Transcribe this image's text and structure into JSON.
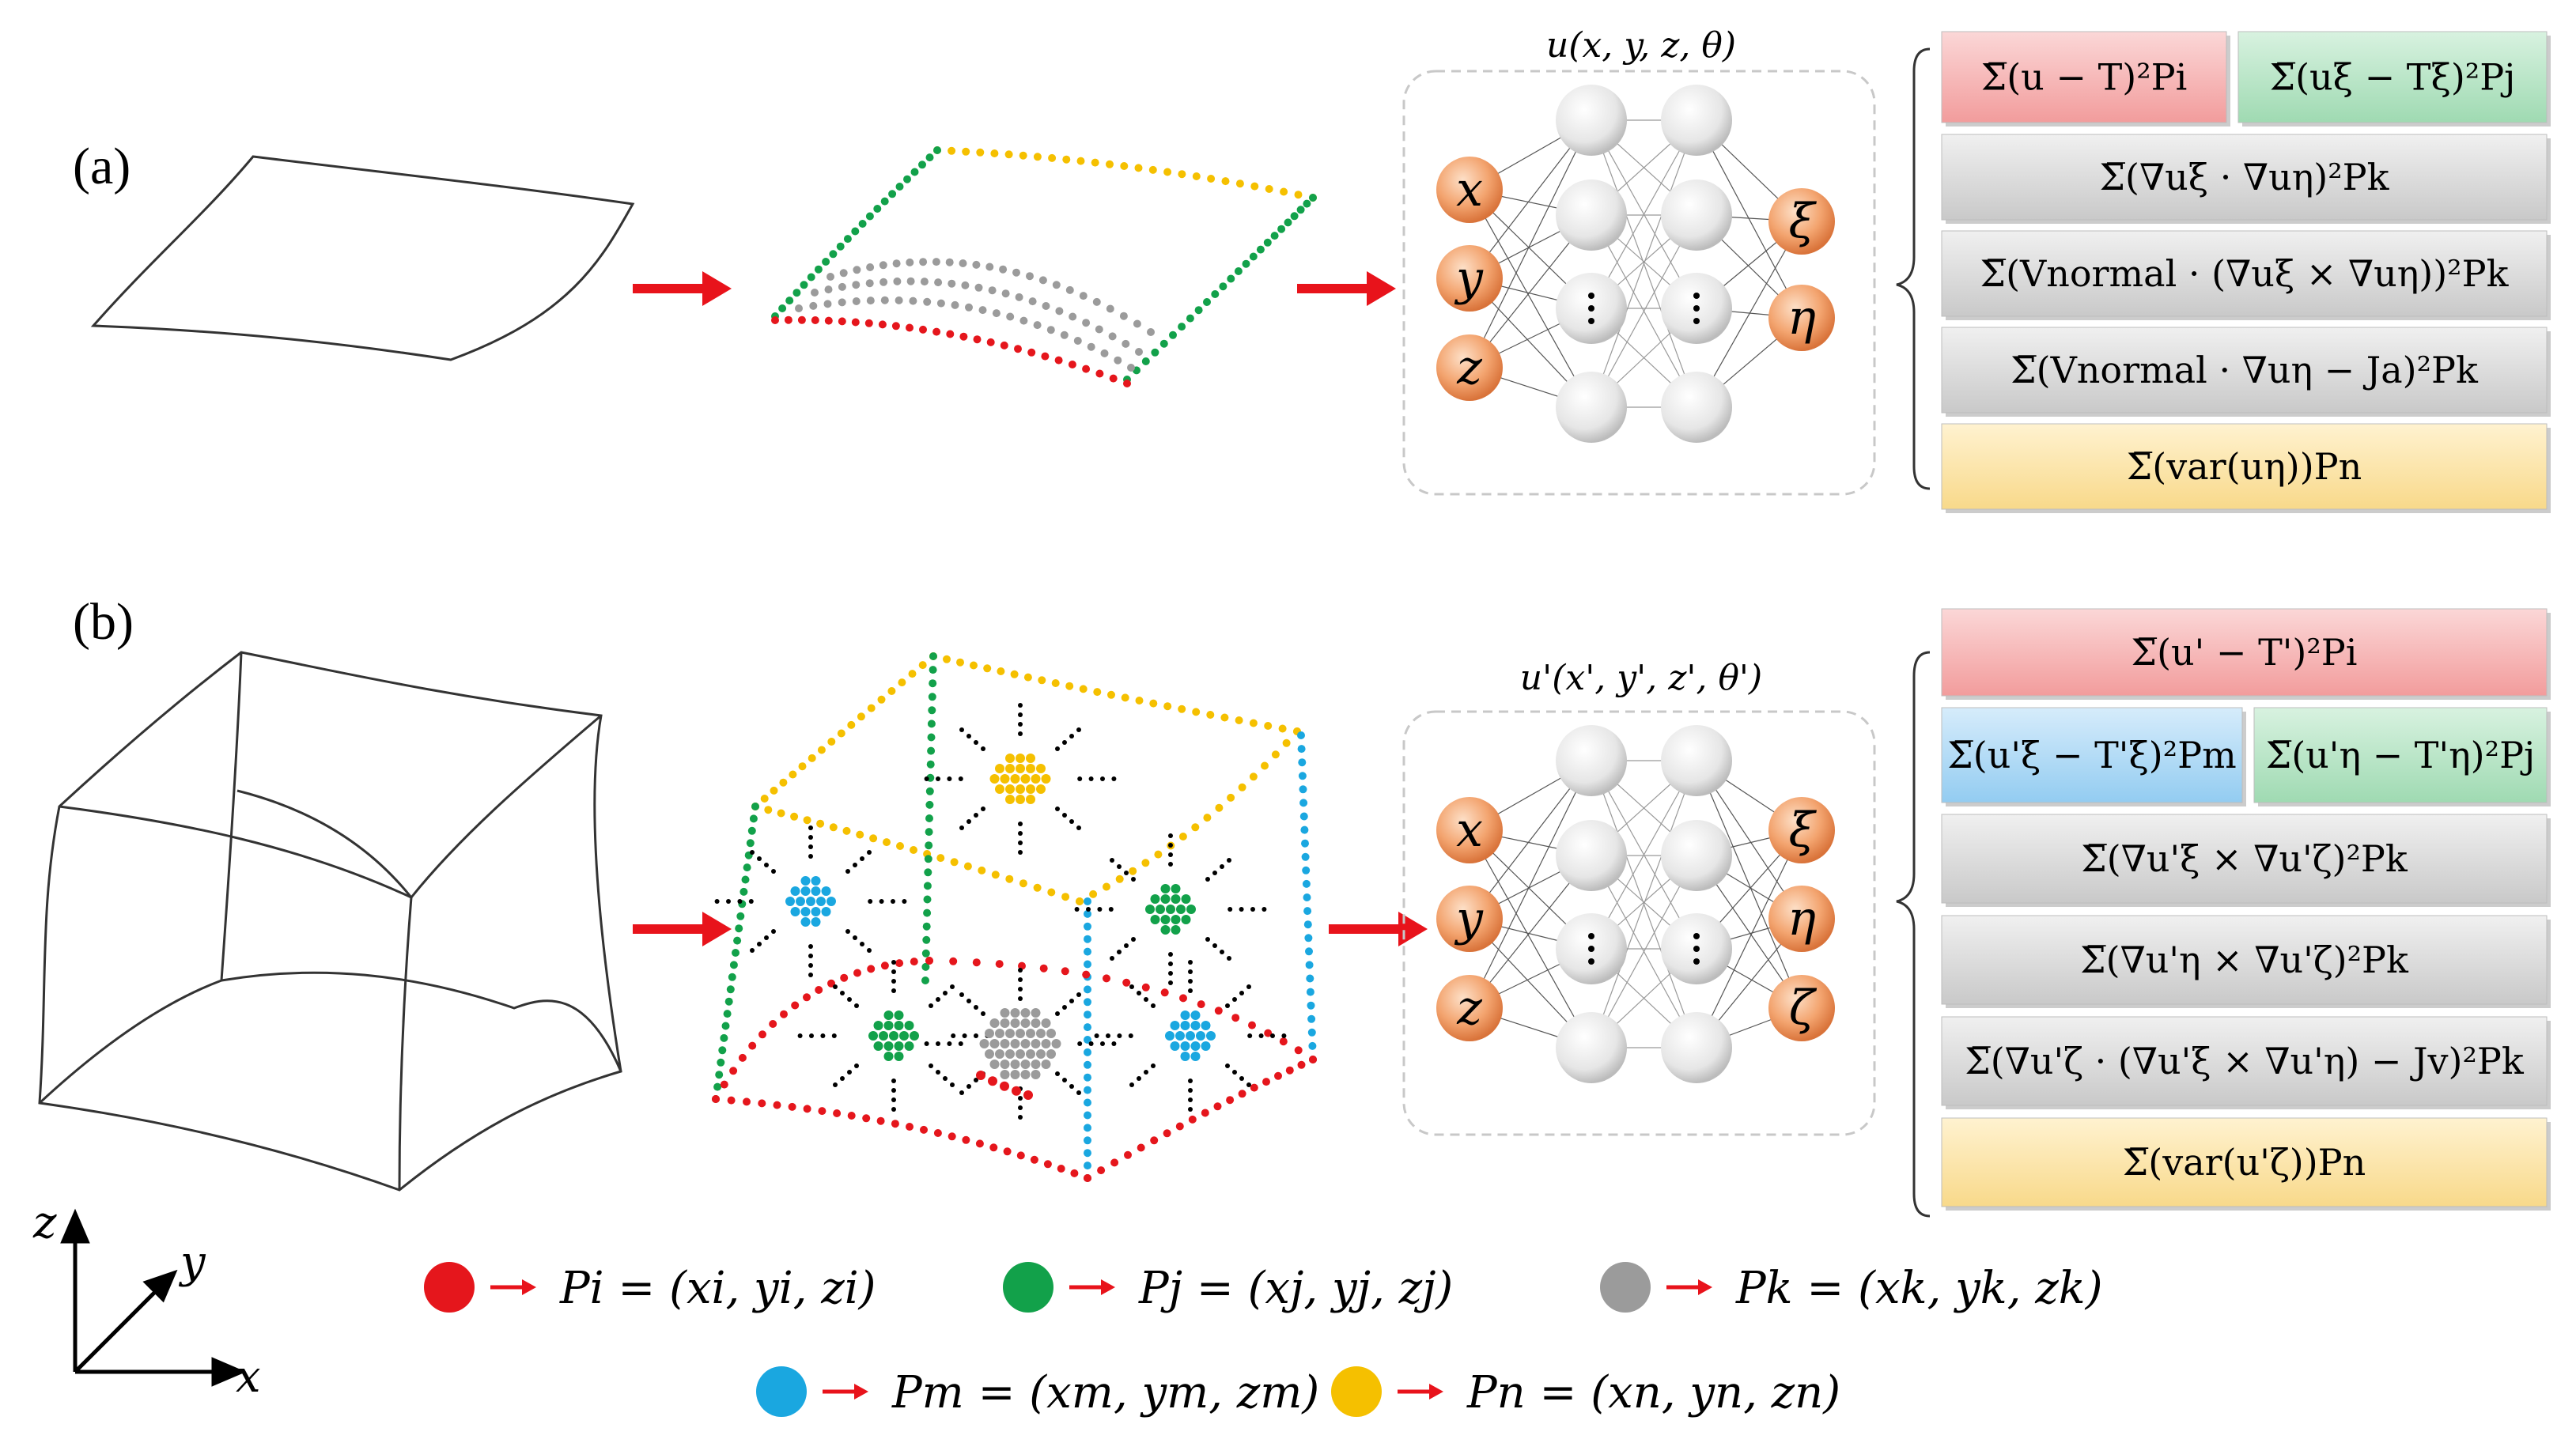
{
  "panels": {
    "a_label": "(a)",
    "b_label": "(b)"
  },
  "network_a": {
    "title": "u(x, y, z, θ)",
    "inputs": [
      "x",
      "y",
      "z"
    ],
    "outputs": [
      "ξ",
      "η"
    ]
  },
  "network_b": {
    "title": "u'(x', y', z', θ')",
    "inputs": [
      "x",
      "y",
      "z"
    ],
    "outputs": [
      "ξ",
      "η",
      "ζ"
    ]
  },
  "loss_terms_a": [
    {
      "text": "Σ̅(u − T)²Pi",
      "color": "#f6b6b6"
    },
    {
      "text": "Σ̅(uξ − Tξ)²Pj",
      "color": "#b5e4c4"
    },
    {
      "text": "Σ̅(∇uξ · ∇uη)²Pk",
      "color": "#d9d9d9"
    },
    {
      "text": "Σ̅(Vnormal · (∇uξ × ∇uη))²Pk",
      "color": "#d9d9d9"
    },
    {
      "text": "Σ̅(Vnormal · ∇uη − Ja)²Pk",
      "color": "#d9d9d9"
    },
    {
      "text": "Σ̅(var(uη))Pn",
      "color": "#fbe5b0"
    }
  ],
  "loss_terms_b": [
    {
      "text": "Σ̅(u' − T')²Pi",
      "color": "#f6b6b6"
    },
    {
      "text": "Σ̅(u'ξ − T'ξ)²Pm",
      "color": "#b7dcf5"
    },
    {
      "text": "Σ̅(u'η − T'η)²Pj",
      "color": "#b5e4c4"
    },
    {
      "text": "Σ̅(∇u'ξ × ∇u'ζ)²Pk",
      "color": "#d9d9d9"
    },
    {
      "text": "Σ̅(∇u'η × ∇u'ζ)²Pk",
      "color": "#d9d9d9"
    },
    {
      "text": "Σ̅(∇u'ζ · (∇u'ξ × ∇u'η) − Jv)²Pk",
      "color": "#d9d9d9"
    },
    {
      "text": "Σ̅(var(u'ζ))Pn",
      "color": "#fbe5b0"
    }
  ],
  "axes": {
    "z": "z",
    "y": "y",
    "x": "x"
  },
  "legend": [
    {
      "label": "Pi = (xi, yi, zi)",
      "color": "#e5161c"
    },
    {
      "label": "Pj = (xj, yj, zj)",
      "color": "#12a14a"
    },
    {
      "label": "Pk = (xk, yk, zk)",
      "color": "#9b9b9b"
    },
    {
      "label": "Pm = (xm, ym, zm)",
      "color": "#1aa7e0"
    },
    {
      "label": "Pn = (xn, yn, zn)",
      "color": "#f5c000"
    }
  ],
  "colors": {
    "red": "#e5161c",
    "green": "#12a14a",
    "gray": "#9b9b9b",
    "blue": "#1aa7e0",
    "yellow": "#f5c000",
    "arrow": "#e8131b",
    "node_input": "#f0a26e"
  }
}
